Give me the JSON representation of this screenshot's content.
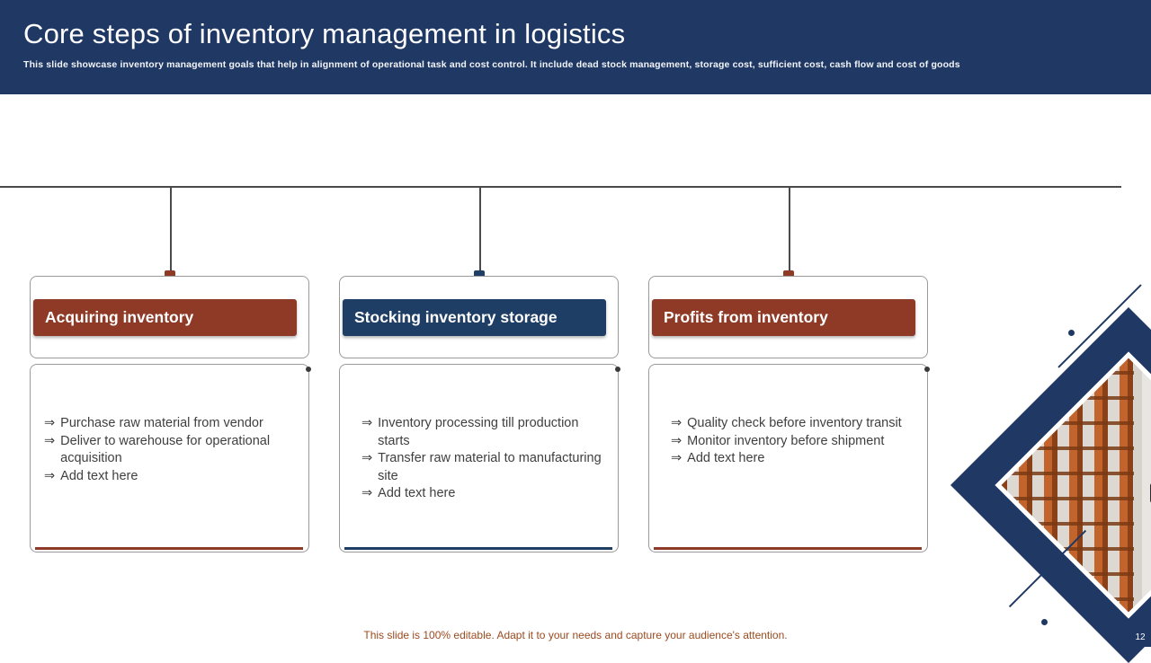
{
  "slide": {
    "title": "Core steps of inventory management in logistics",
    "subtitle": "This slide showcase inventory management goals that help in alignment of operational task and cost control. It include dead stock management, storage cost, sufficient cost, cash flow and cost of goods",
    "footer": "This slide is 100% editable. Adapt it to your needs and capture your audience's attention.",
    "page_number": "12"
  },
  "glyphs": {
    "bullet": "⇒"
  },
  "colors": {
    "navy": "#1f3864",
    "bar_navy": "#1f3e66",
    "brown": "#8e3a26",
    "footer_text": "#9a4a1f",
    "body_text": "#3f3f3f"
  },
  "columns": [
    {
      "title": "Acquiring inventory",
      "accent": "brown",
      "bullets": [
        "Purchase raw material from vendor",
        "Deliver to warehouse for operational acquisition",
        "Add text here"
      ]
    },
    {
      "title": "Stocking inventory storage",
      "accent": "navy",
      "bullets": [
        "Inventory processing till production starts",
        "Transfer raw material to manufacturing site",
        "Add text here"
      ]
    },
    {
      "title": "Profits from inventory",
      "accent": "brown",
      "bullets": [
        "Quality check before inventory transit",
        "Monitor inventory before shipment",
        "Add text here"
      ]
    }
  ],
  "decor": {
    "image_description": "warehouse-photo-in-diamond"
  }
}
